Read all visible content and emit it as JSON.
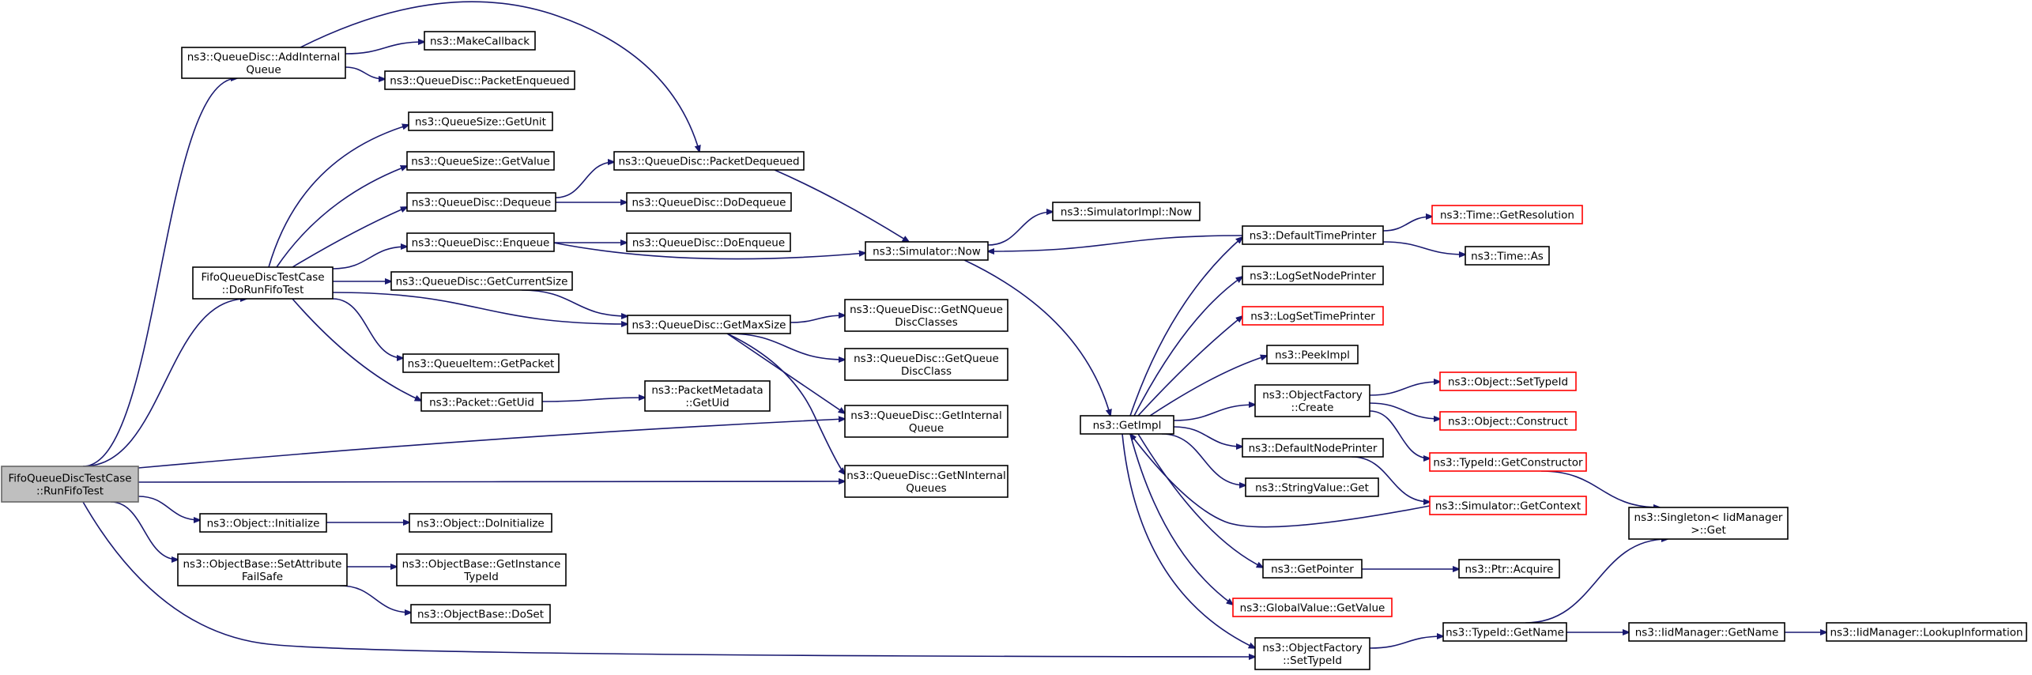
{
  "graph": {
    "edge_color": "#191970",
    "root_fill": "#bfbfbf",
    "missing_doc_border": "#ff0000",
    "nodes": {
      "root": {
        "lines": [
          "FifoQueueDiscTestCase",
          "::RunFifoTest"
        ],
        "style": "root"
      },
      "addInternal": {
        "lines": [
          "ns3::QueueDisc::AddInternal",
          "Queue"
        ]
      },
      "makeCallback": {
        "lines": [
          "ns3::MakeCallback"
        ]
      },
      "pktEnq": {
        "lines": [
          "ns3::QueueDisc::PacketEnqueued"
        ]
      },
      "qsUnit": {
        "lines": [
          "ns3::QueueSize::GetUnit"
        ]
      },
      "qsValue": {
        "lines": [
          "ns3::QueueSize::GetValue"
        ]
      },
      "pktDeq": {
        "lines": [
          "ns3::QueueDisc::PacketDequeued"
        ]
      },
      "dequeue": {
        "lines": [
          "ns3::QueueDisc::Dequeue"
        ]
      },
      "doDequeue": {
        "lines": [
          "ns3::QueueDisc::DoDequeue"
        ]
      },
      "enqueue": {
        "lines": [
          "ns3::QueueDisc::Enqueue"
        ]
      },
      "doEnqueue": {
        "lines": [
          "ns3::QueueDisc::DoEnqueue"
        ]
      },
      "doRun": {
        "lines": [
          "FifoQueueDiscTestCase",
          "::DoRunFifoTest"
        ]
      },
      "curSize": {
        "lines": [
          "ns3::QueueDisc::GetCurrentSize"
        ]
      },
      "maxSize": {
        "lines": [
          "ns3::QueueDisc::GetMaxSize"
        ]
      },
      "nQueueClasses": {
        "lines": [
          "ns3::QueueDisc::GetNQueue",
          "DiscClasses"
        ]
      },
      "queueClass": {
        "lines": [
          "ns3::QueueDisc::GetQueue",
          "DiscClass"
        ]
      },
      "qiPacket": {
        "lines": [
          "ns3::QueueItem::GetPacket"
        ]
      },
      "pktUid": {
        "lines": [
          "ns3::Packet::GetUid"
        ]
      },
      "pmUid": {
        "lines": [
          "ns3::PacketMetadata",
          "::GetUid"
        ]
      },
      "internalQueue": {
        "lines": [
          "ns3::QueueDisc::GetInternal",
          "Queue"
        ]
      },
      "nInternal": {
        "lines": [
          "ns3::QueueDisc::GetNInternal",
          "Queues"
        ]
      },
      "objInit": {
        "lines": [
          "ns3::Object::Initialize"
        ]
      },
      "objDoInit": {
        "lines": [
          "ns3::Object::DoInitialize"
        ]
      },
      "setAttr": {
        "lines": [
          "ns3::ObjectBase::SetAttribute",
          "FailSafe"
        ]
      },
      "getInstance": {
        "lines": [
          "ns3::ObjectBase::GetInstance",
          "TypeId"
        ]
      },
      "doSet": {
        "lines": [
          "ns3::ObjectBase::DoSet"
        ]
      },
      "simNow": {
        "lines": [
          "ns3::Simulator::Now"
        ]
      },
      "simImplNow": {
        "lines": [
          "ns3::SimulatorImpl::Now"
        ]
      },
      "getImpl": {
        "lines": [
          "ns3::GetImpl"
        ]
      },
      "defTime": {
        "lines": [
          "ns3::DefaultTimePrinter"
        ]
      },
      "timeRes": {
        "lines": [
          "ns3::Time::GetResolution"
        ],
        "style": "red"
      },
      "timeAs": {
        "lines": [
          "ns3::Time::As"
        ]
      },
      "logNode": {
        "lines": [
          "ns3::LogSetNodePrinter"
        ]
      },
      "logTime": {
        "lines": [
          "ns3::LogSetTimePrinter"
        ],
        "style": "red"
      },
      "peekImpl": {
        "lines": [
          "ns3::PeekImpl"
        ]
      },
      "ofCreate": {
        "lines": [
          "ns3::ObjectFactory",
          "::Create"
        ]
      },
      "objSetType": {
        "lines": [
          "ns3::Object::SetTypeId"
        ],
        "style": "red"
      },
      "objConstruct": {
        "lines": [
          "ns3::Object::Construct"
        ],
        "style": "red"
      },
      "typeCtor": {
        "lines": [
          "ns3::TypeId::GetConstructor"
        ],
        "style": "red"
      },
      "defNode": {
        "lines": [
          "ns3::DefaultNodePrinter"
        ]
      },
      "simContext": {
        "lines": [
          "ns3::Simulator::GetContext"
        ],
        "style": "red"
      },
      "strGet": {
        "lines": [
          "ns3::StringValue::Get"
        ]
      },
      "singleton": {
        "lines": [
          "ns3::Singleton< IidManager",
          " >::Get"
        ]
      },
      "getPointer": {
        "lines": [
          "ns3::GetPointer"
        ]
      },
      "ptrAcquire": {
        "lines": [
          "ns3::Ptr::Acquire"
        ]
      },
      "gvGet": {
        "lines": [
          "ns3::GlobalValue::GetValue"
        ],
        "style": "red"
      },
      "ofSetType": {
        "lines": [
          "ns3::ObjectFactory",
          "::SetTypeId"
        ]
      },
      "typeName": {
        "lines": [
          "ns3::TypeId::GetName"
        ]
      },
      "iidName": {
        "lines": [
          "ns3::IidManager::GetName"
        ]
      },
      "iidLookup": {
        "lines": [
          "ns3::IidManager::LookupInformation"
        ]
      }
    }
  }
}
